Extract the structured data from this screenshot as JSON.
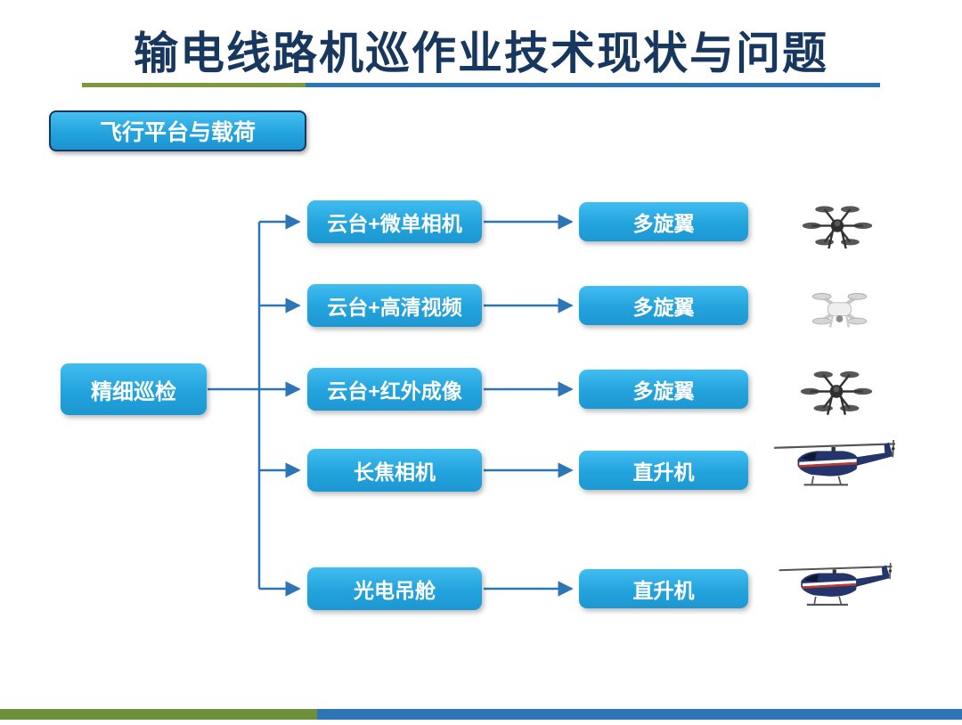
{
  "slide": {
    "title": "输电线路机巡作业技术现状与问题",
    "section_badge": "飞行平台与载荷"
  },
  "diagram": {
    "root": {
      "label": "精细巡检"
    },
    "rows": [
      {
        "payload": "云台+微单相机",
        "platform": "多旋翼",
        "icon": "hexacopter-drone-icon"
      },
      {
        "payload": "云台+高清视频",
        "platform": "多旋翼",
        "icon": "quadcopter-drone-icon"
      },
      {
        "payload": "云台+红外成像",
        "platform": "多旋翼",
        "icon": "hexacopter-drone-icon"
      },
      {
        "payload": "长焦相机",
        "platform": "直升机",
        "icon": "helicopter-icon"
      },
      {
        "payload": "光电吊舱",
        "platform": "直升机",
        "icon": "helicopter-icon"
      }
    ]
  },
  "colors": {
    "title_text": "#17375E",
    "node_fill_top": "#41BDF0",
    "node_fill_bottom": "#1D97D2",
    "connector": "#2E75B6",
    "accent_green": "#7C9A3D",
    "accent_blue": "#2E75B6"
  }
}
